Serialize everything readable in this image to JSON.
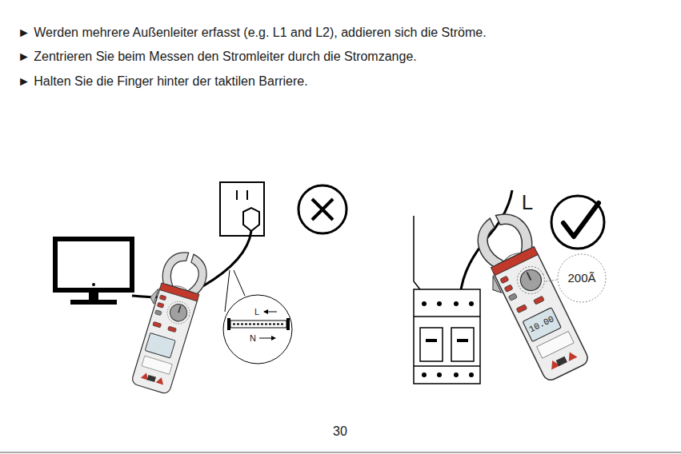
{
  "diagram": {
    "labels": [
      "► Werden mehrere Außenleiter erfasst (e.g. L1 and L2), addieren sich die Ströme.",
      "► Zentrieren Sie beim Messen den Stromleiter durch die Stromzange.",
      "► Halten Sie die Finger hinter der taktilen Barriere.",
      "L",
      "N",
      "L",
      "200Ã",
      "10.00",
      "30"
    ]
  }
}
